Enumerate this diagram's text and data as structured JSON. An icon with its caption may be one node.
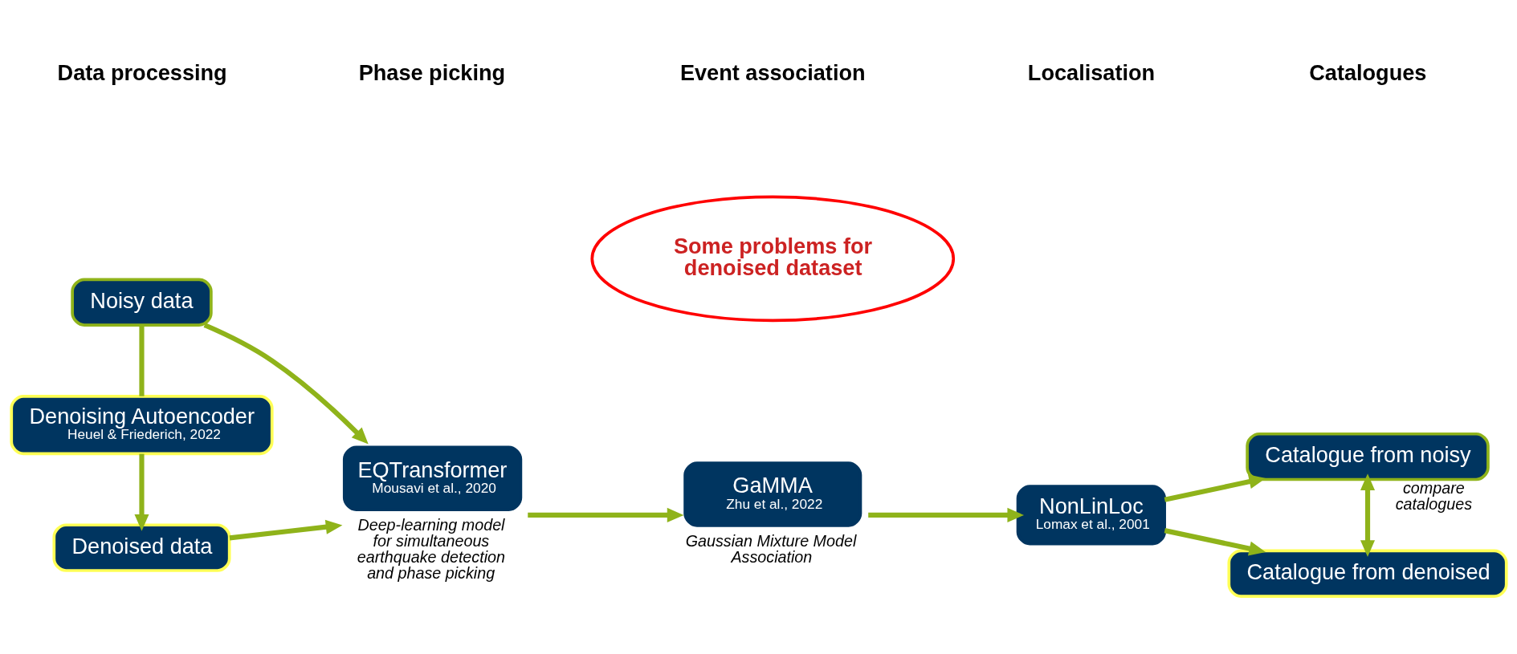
{
  "diagram": {
    "nodes": [
      {
        "text": [
          "Noisy data"
        ]
      },
      {
        "text": [
          "Denoising Autoencoder",
          "Heuel & Friederich, 2022"
        ]
      },
      {
        "text": [
          "Denoised data"
        ]
      },
      {
        "text": [
          "EQTransformer",
          "Mousavi et al., 2020"
        ],
        "beside": [
          "Deep-learning model for simultaneous earthquake detection and phase picking"
        ]
      },
      {
        "text": [
          "GaMMA",
          "Zhu et al., 2022"
        ],
        "beside": [
          "Gaussian Mixture Model Association"
        ]
      },
      {
        "text": [
          "NonLinLoc",
          "Lomax et al., 2001"
        ]
      },
      {
        "text": [
          "Catalogue from noisy"
        ]
      },
      {
        "text": [
          "Catalogue from denoised"
        ]
      },
      {
        "text": [
          "Some problems for denoised dataset"
        ]
      }
    ],
    "edges": [
      {
        "from": 0,
        "to": 1,
        "arrow": "none"
      },
      {
        "from": 1,
        "to": 2,
        "arrow": "to"
      },
      {
        "from": 0,
        "to": 3,
        "arrow": "to"
      },
      {
        "from": 2,
        "to": 3,
        "arrow": "to"
      },
      {
        "from": 3,
        "to": 4,
        "arrow": "to"
      },
      {
        "from": 4,
        "to": 5,
        "arrow": "to"
      },
      {
        "from": 5,
        "to": 6,
        "arrow": "to"
      },
      {
        "from": 5,
        "to": 7,
        "arrow": "to"
      },
      {
        "from": 6,
        "to": 7,
        "arrow": "both",
        "label": "compare catalogues"
      }
    ],
    "labels": [
      "Data processing",
      "Phase picking",
      "Event association",
      "Localisation",
      "Catalogues"
    ]
  }
}
